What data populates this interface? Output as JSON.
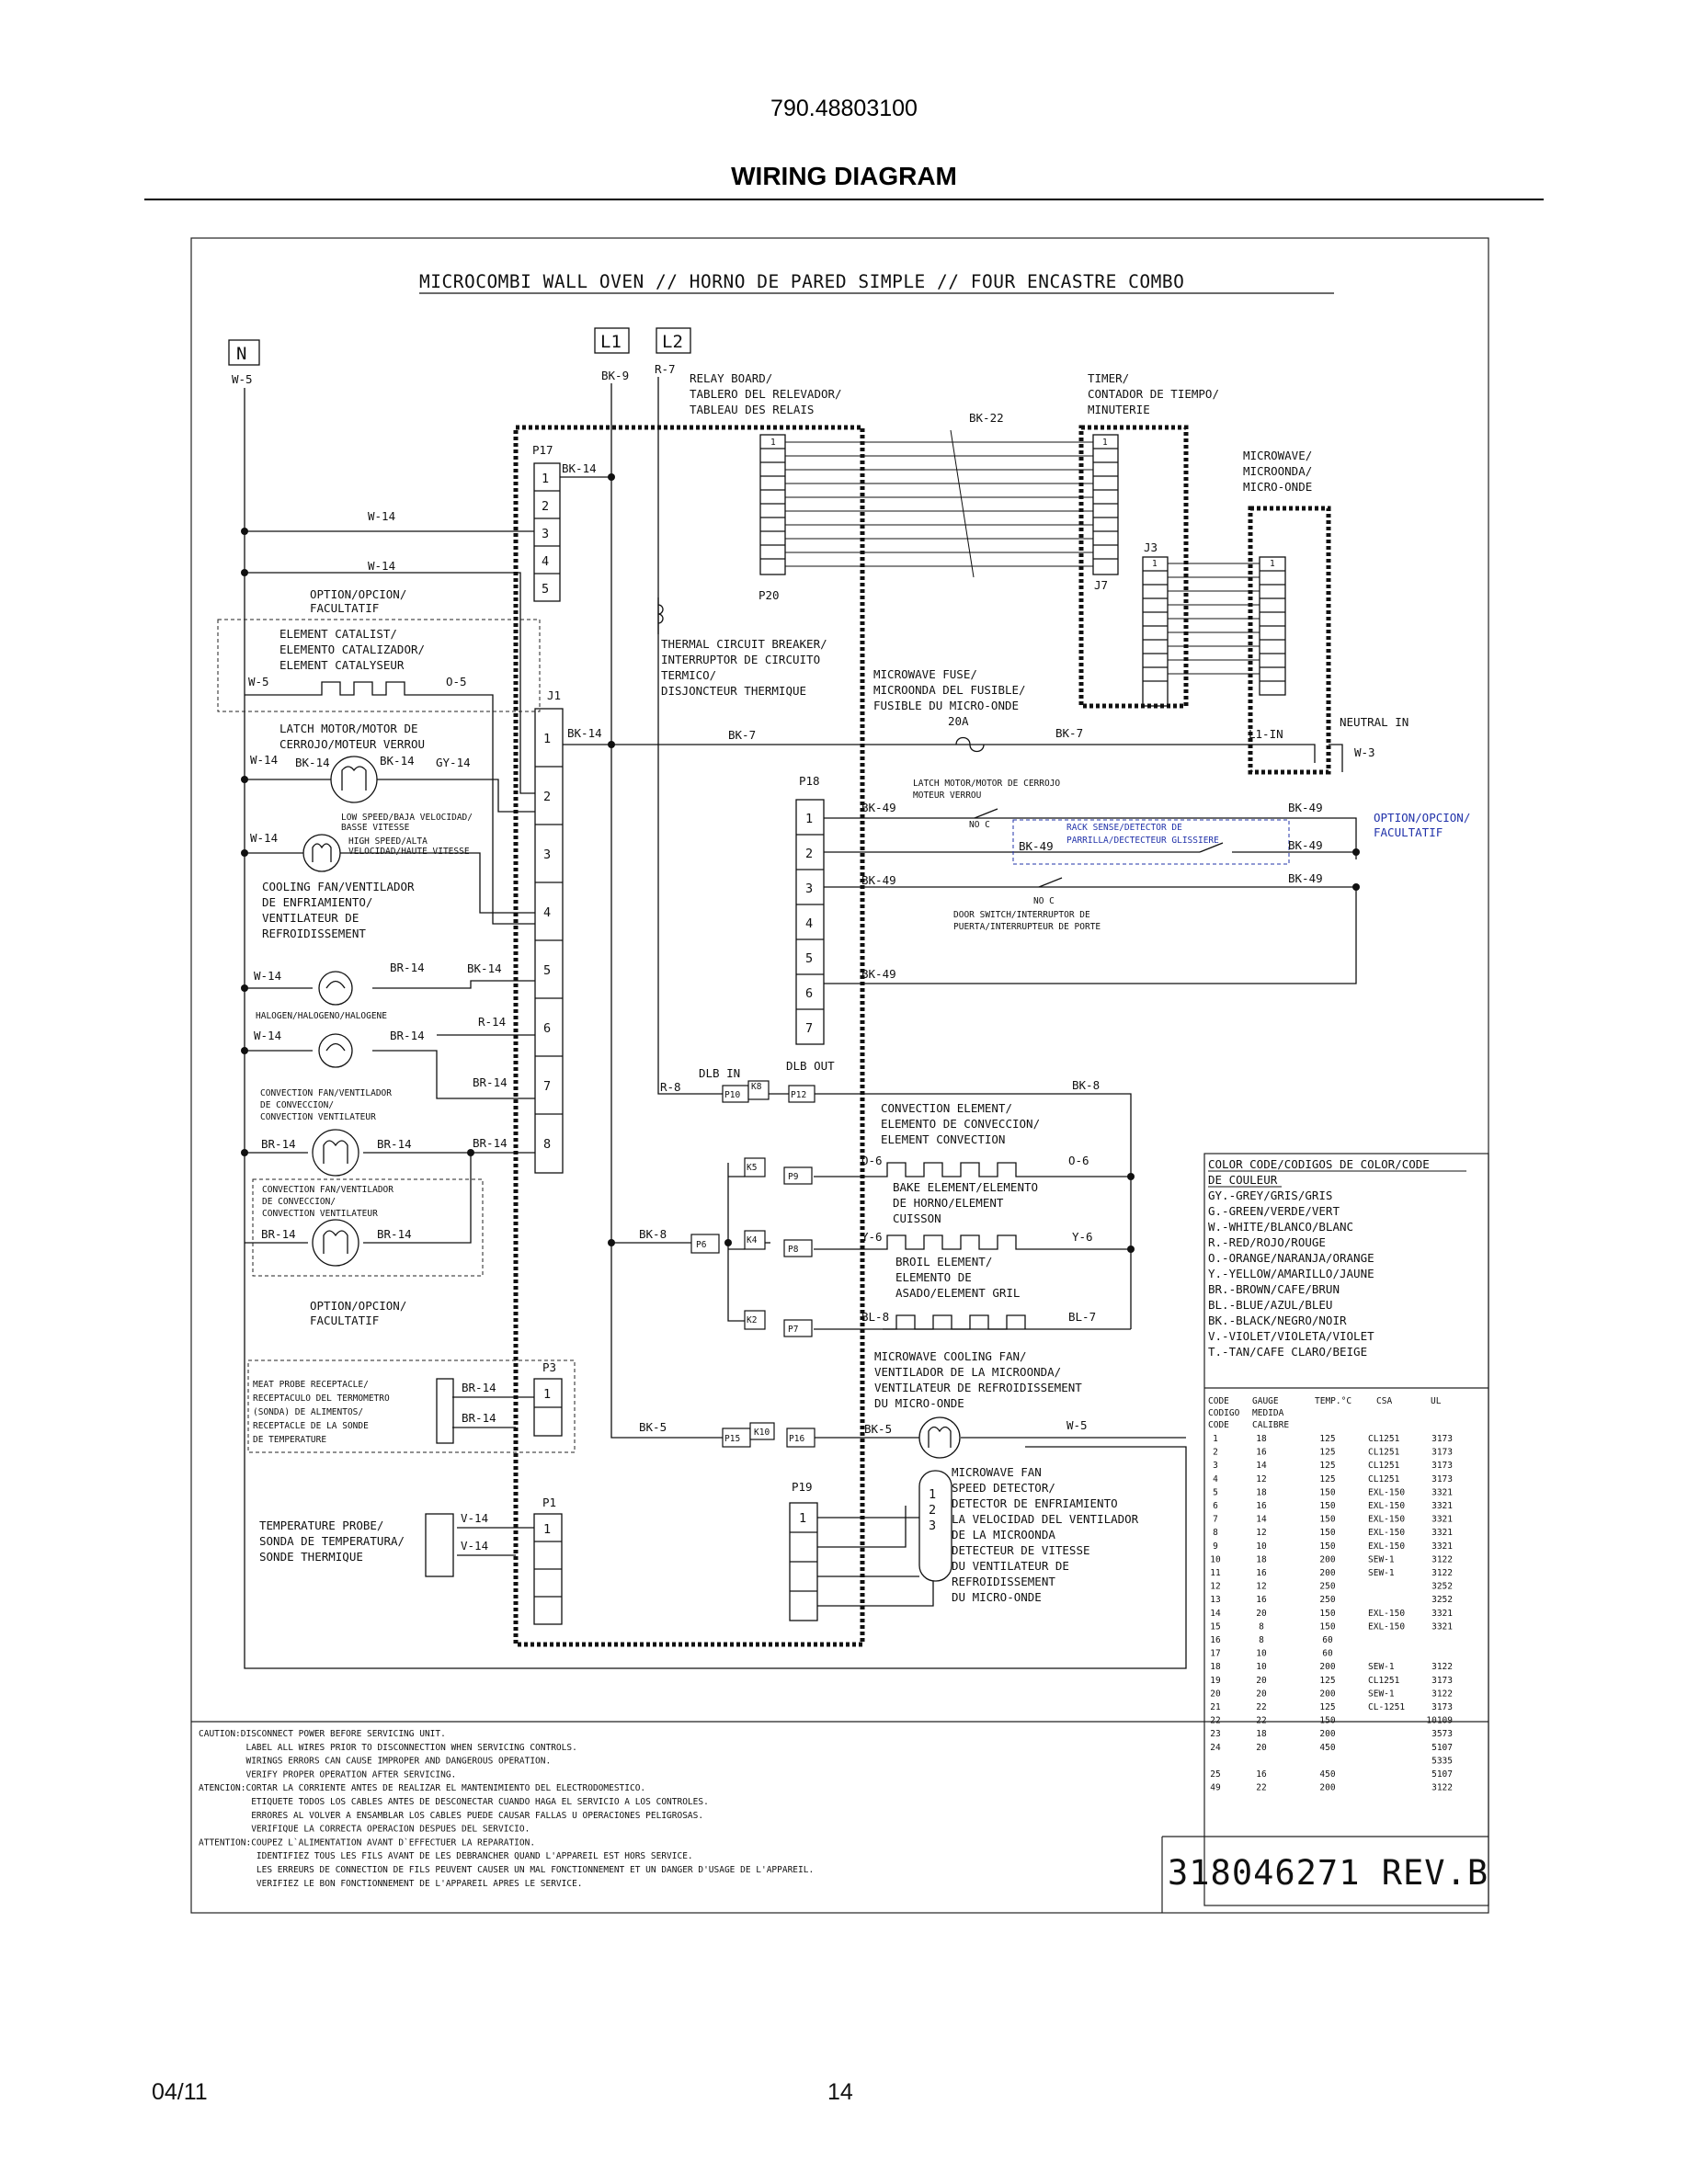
{
  "header": {
    "model": "790.48803100",
    "title": "WIRING DIAGRAM"
  },
  "footer": {
    "date": "04/11",
    "page": "14"
  },
  "diagram": {
    "title": "MICROCOMBI WALL OVEN // HORNO DE PARED SIMPLE // FOUR ENCASTRE COMBO",
    "terminals": {
      "n": "N",
      "l1": "L1",
      "l2": "L2"
    },
    "relay_board": [
      "RELAY BOARD/",
      "TABLERO DEL RELEVADOR/",
      "TABLEAU  DES RELAIS"
    ],
    "timer": [
      "TIMER/",
      "CONTADOR DE TIEMPO/",
      "MINUTERIE"
    ],
    "microwave": [
      "MICROWAVE/",
      "MICROONDA/",
      "MICRO-ONDE"
    ],
    "thermal_breaker": [
      "THERMAL CIRCUIT BREAKER/",
      "INTERRUPTOR DE CIRCUITO",
      "TERMICO/",
      "DISJONCTEUR THERMIQUE"
    ],
    "microwave_fuse": [
      "MICROWAVE FUSE/",
      "MICROONDA DEL FUSIBLE/",
      "FUSIBLE DU MICRO-ONDE"
    ],
    "fuse_rating": "20A",
    "neutral_in": "NEUTRAL IN",
    "l1_in": "L1-IN",
    "option_label": [
      "OPTION/OPCION/",
      "FACULTATIF"
    ],
    "element_catalist": [
      "ELEMENT CATALIST/",
      "ELEMENTO CATALIZADOR/",
      "ELEMENT CATALYSEUR"
    ],
    "latch_motor": [
      "LATCH MOTOR/MOTOR DE",
      "CERROJO/MOTEUR VERROU"
    ],
    "low_speed": [
      "LOW SPEED/BAJA VELOCIDAD/",
      "BASSE VITESSE"
    ],
    "high_speed": [
      "HIGH SPEED/ALTA",
      "VELOCIDAD/HAUTE VITESSE"
    ],
    "cooling_fan": [
      "COOLING FAN/VENTILADOR",
      "DE ENFRIAMIENTO/",
      "VENTILATEUR DE",
      "REFROIDISSEMENT"
    ],
    "halogen": "HALOGEN/HALOGENO/HALOGENE",
    "convection_fan": [
      "CONVECTION FAN/VENTILADOR",
      "DE CONVECCION/",
      "CONVECTION VENTILATEUR"
    ],
    "meat_probe": [
      "MEAT PROBE RECEPTACLE/",
      "RECEPTACULO DEL TERMOMETRO",
      "(SONDA) DE ALIMENTOS/",
      "RECEPTACLE DE LA SONDE",
      "DE TEMPERATURE"
    ],
    "temp_probe": [
      "TEMPERATURE PROBE/",
      "SONDA DE TEMPERATURA/",
      "SONDE THERMIQUE"
    ],
    "latch_motor_right": [
      "LATCH MOTOR/MOTOR DE CERROJO",
      "MOTEUR VERROU"
    ],
    "rack_sense": [
      "RACK SENSE/DETECTOR DE",
      "PARRILLA/DECTECTEUR GLISSIERE"
    ],
    "door_switch": [
      "DOOR SWITCH/INTERRUPTOR DE",
      "PUERTA/INTERRUPTEUR DE PORTE"
    ],
    "convection_element": [
      "CONVECTION ELEMENT/",
      "ELEMENTO DE CONVECCION/",
      "ELEMENT CONVECTION"
    ],
    "bake_element": [
      "BAKE ELEMENT/ELEMENTO",
      "DE HORNO/ELEMENT",
      "CUISSON"
    ],
    "broil_element": [
      "BROIL ELEMENT/",
      "ELEMENTO DE",
      "ASADO/ELEMENT GRIL"
    ],
    "mw_cooling_fan": [
      "MICROWAVE COOLING FAN/",
      "VENTILADOR DE LA MICROONDA/",
      "VENTILATEUR DE REFROIDISSEMENT",
      "DU MICRO-ONDE"
    ],
    "mw_fan_speed": [
      "MICROWAVE FAN",
      "SPEED DETECTOR/",
      "DETECTOR DE ENFRIAMIENTO",
      "LA VELOCIDAD DEL VENTILADOR",
      "DE LA  MICROONDA",
      "DETECTEUR DE VITESSE",
      "DU VENTILATEUR DE",
      "REFROIDISSEMENT",
      "DU MICRO-ONDE"
    ],
    "nc_label": "NO  C",
    "dlb_in": "DLB IN",
    "dlb_out": "DLB OUT",
    "connectors": {
      "p17": "P17",
      "j1": "J1",
      "p18": "P18",
      "p20": "P20",
      "j7": "J7",
      "j3": "J3",
      "p3": "P3",
      "p1": "P1",
      "p19": "P19",
      "p10": "P10",
      "p12": "P12",
      "p9": "P9",
      "p8": "P8",
      "p7": "P7",
      "p6": "P6",
      "p15": "P15",
      "p16": "P16",
      "k8": "K8",
      "k5": "K5",
      "k4": "K4",
      "k2": "K2",
      "k10": "K10"
    },
    "pins_1_5": [
      "1",
      "2",
      "3",
      "4",
      "5"
    ],
    "pins_1_8": [
      "1",
      "2",
      "3",
      "4",
      "5",
      "6",
      "7",
      "8"
    ],
    "pins_1_7": [
      "1",
      "2",
      "3",
      "4",
      "5",
      "6",
      "7"
    ],
    "pins_1_3": [
      "1",
      "2",
      "3"
    ],
    "pin_one": "1",
    "wires": {
      "w5": "W-5",
      "w14": "W-14",
      "w3": "W-3",
      "bk9": "BK-9",
      "r7": "R-7",
      "bk22": "BK-22",
      "bk14": "BK-14",
      "bk7": "BK-7",
      "o5": "O-5",
      "gy14": "GY-14",
      "br14": "BR-14",
      "r14": "R-14",
      "bk49": "BK-49",
      "r8": "R-8",
      "bk8": "BK-8",
      "o6": "O-6",
      "y6": "Y-6",
      "bl8": "BL-8",
      "bl7": "BL-7",
      "bk5": "BK-5",
      "v14": "V-14"
    },
    "color_code": {
      "title": [
        "COLOR CODE/CODIGOS DE COLOR/CODE",
        "DE COULEUR"
      ],
      "rows": [
        "GY.-GREY/GRIS/GRIS",
        "G.-GREEN/VERDE/VERT",
        "W.-WHITE/BLANCO/BLANC",
        "R.-RED/ROJO/ROUGE",
        "O.-ORANGE/NARANJA/ORANGE",
        "Y.-YELLOW/AMARILLO/JAUNE",
        "BR.-BROWN/CAFE/BRUN",
        "BL.-BLUE/AZUL/BLEU",
        "BK.-BLACK/NEGRO/NOIR",
        "V.-VIOLET/VIOLETA/VIOLET",
        "T.-TAN/CAFE CLARO/BEIGE"
      ]
    },
    "gauge_table": {
      "headers": [
        "CODE",
        "GAUGE",
        "TEMP.°C",
        "CSA",
        "UL"
      ],
      "subheaders": [
        "CODIGO",
        "MEDIDA",
        "CODE",
        "CALIBRE"
      ],
      "rows": [
        [
          "1",
          "18",
          "125",
          "CL1251",
          "3173"
        ],
        [
          "2",
          "16",
          "125",
          "CL1251",
          "3173"
        ],
        [
          "3",
          "14",
          "125",
          "CL1251",
          "3173"
        ],
        [
          "4",
          "12",
          "125",
          "CL1251",
          "3173"
        ],
        [
          "5",
          "18",
          "150",
          "EXL-150",
          "3321"
        ],
        [
          "6",
          "16",
          "150",
          "EXL-150",
          "3321"
        ],
        [
          "7",
          "14",
          "150",
          "EXL-150",
          "3321"
        ],
        [
          "8",
          "12",
          "150",
          "EXL-150",
          "3321"
        ],
        [
          "9",
          "10",
          "150",
          "EXL-150",
          "3321"
        ],
        [
          "10",
          "18",
          "200",
          "SEW-1",
          "3122"
        ],
        [
          "11",
          "16",
          "200",
          "SEW-1",
          "3122"
        ],
        [
          "12",
          "12",
          "250",
          "",
          "3252"
        ],
        [
          "13",
          "16",
          "250",
          "",
          "3252"
        ],
        [
          "14",
          "20",
          "150",
          "EXL-150",
          "3321"
        ],
        [
          "15",
          "8",
          "150",
          "EXL-150",
          "3321"
        ],
        [
          "16",
          "8",
          "60",
          "",
          ""
        ],
        [
          "17",
          "10",
          "60",
          "",
          ""
        ],
        [
          "18",
          "10",
          "200",
          "SEW-1",
          "3122"
        ],
        [
          "19",
          "20",
          "125",
          "CL1251",
          "3173"
        ],
        [
          "20",
          "20",
          "200",
          "SEW-1",
          "3122"
        ],
        [
          "21",
          "22",
          "125",
          "CL-1251",
          "3173"
        ],
        [
          "22",
          "22",
          "150",
          "",
          "10109"
        ],
        [
          "23",
          "18",
          "200",
          "",
          "3573"
        ],
        [
          "24",
          "20",
          "450",
          "",
          "5107"
        ],
        [
          "",
          "",
          "",
          "",
          "5335"
        ],
        [
          "25",
          "16",
          "450",
          "",
          "5107"
        ],
        [
          "49",
          "22",
          "200",
          "",
          "3122"
        ]
      ]
    },
    "part_number": "318046271 REV.B",
    "caution": [
      "CAUTION:DISCONNECT POWER BEFORE SERVICING UNIT.",
      "         LABEL ALL WIRES PRIOR TO DISCONNECTION WHEN SERVICING CONTROLS.",
      "         WIRINGS ERRORS CAN CAUSE IMPROPER AND DANGEROUS OPERATION.",
      "         VERIFY PROPER OPERATION AFTER SERVICING.",
      "ATENCION:CORTAR LA CORRIENTE ANTES DE REALIZAR EL MANTENIMIENTO DEL ELECTRODOMESTICO.",
      "          ETIQUETE TODOS LOS CABLES ANTES DE DESCONECTAR CUANDO HAGA EL SERVICIO A LOS CONTROLES.",
      "          ERRORES AL VOLVER A ENSAMBLAR LOS CABLES PUEDE CAUSAR FALLAS U OPERACIONES PELIGROSAS.",
      "          VERIFIQUE LA CORRECTA OPERACION DESPUES DEL SERVICIO.",
      "ATTENTION:COUPEZ L`ALIMENTATION AVANT D`EFFECTUER LA REPARATION.",
      "           IDENTIFIEZ TOUS LES FILS AVANT DE LES DEBRANCHER QUAND L'APPAREIL EST HORS SERVICE.",
      "           LES ERREURS DE CONNECTION DE FILS PEUVENT CAUSER UN MAL FONCTIONNEMENT ET UN DANGER D'USAGE DE L'APPAREIL.",
      "           VERIFIEZ LE BON FONCTIONNEMENT DE L'APPAREIL APRES LE SERVICE."
    ]
  }
}
